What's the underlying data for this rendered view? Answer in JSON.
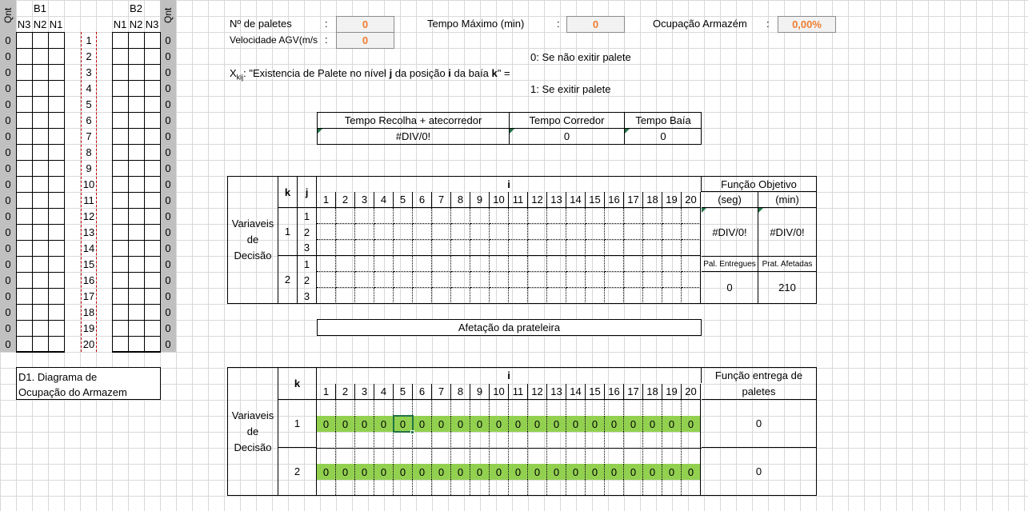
{
  "left": {
    "qnt_label": "Qnt",
    "b1_label": "B1",
    "b2_label": "B2",
    "b1_cols": [
      "N3",
      "N2",
      "N1"
    ],
    "b2_cols": [
      "N1",
      "N2",
      "N3"
    ],
    "qnt_values_left": [
      "0",
      "0",
      "0",
      "0",
      "0",
      "0",
      "0",
      "0",
      "0",
      "0",
      "0",
      "0",
      "0",
      "0",
      "0",
      "0",
      "0",
      "0",
      "0",
      "0"
    ],
    "qnt_values_right": [
      "0",
      "0",
      "0",
      "0",
      "0",
      "0",
      "0",
      "0",
      "0",
      "0",
      "0",
      "0",
      "0",
      "0",
      "0",
      "0",
      "0",
      "0",
      "0",
      "0"
    ],
    "positions": [
      "1",
      "2",
      "3",
      "4",
      "5",
      "6",
      "7",
      "8",
      "9",
      "10",
      "11",
      "12",
      "13",
      "14",
      "15",
      "16",
      "17",
      "18",
      "19",
      "20"
    ],
    "diagram_title": [
      "D1. Diagrama de",
      "Ocupação do Armazem"
    ]
  },
  "top": {
    "paletes_label": "Nº de paletes",
    "paletes_value": "0",
    "velocidade_label": "Velocidade AGV(m/s",
    "velocidade_value": "0",
    "tempo_max_label": "Tempo Máximo (min)",
    "tempo_max_value": "0",
    "ocupacao_label": "Ocupação Armazém",
    "ocupacao_value": "0,00%",
    "colon": ":",
    "legend_0": "0: Se não exitir palete",
    "legend_1": "1: Se exitir palete",
    "x_main": "X",
    "x_sub": "kij",
    "x_text_a": ": \"Existencia de Palete no nível ",
    "x_j": "j",
    "x_text_b": " da posição ",
    "x_i": "i",
    "x_text_c": " da baía ",
    "x_k": "k",
    "x_text_d": "\"  ="
  },
  "tempos": {
    "headers": [
      "Tempo Recolha + atecorredor",
      "Tempo Corredor",
      "Tempo Baía"
    ],
    "values": [
      "#DIV/0!",
      "0",
      "0"
    ]
  },
  "decision": {
    "row_label": [
      "Variaveis",
      "de",
      "Decisão"
    ],
    "k_label": "k",
    "j_label": "j",
    "i_label": "i",
    "i_values": [
      "1",
      "2",
      "3",
      "4",
      "5",
      "6",
      "7",
      "8",
      "9",
      "10",
      "11",
      "12",
      "13",
      "14",
      "15",
      "16",
      "17",
      "18",
      "19",
      "20"
    ],
    "k_values": [
      "1",
      "2"
    ],
    "j_values": [
      "1",
      "2",
      "3",
      "1",
      "2",
      "3"
    ],
    "fo_title": "Função Objetivo",
    "fo_seg": "(seg)",
    "fo_min": "(min)",
    "fo_seg_val": "#DIV/0!",
    "fo_min_val": "#DIV/0!",
    "pal_entregues_label": "Pal. Entregues",
    "prat_afetadas_label": "Prat. Afetadas",
    "pal_entregues_val": "0",
    "prat_afetadas_val": "210"
  },
  "afetacao": {
    "title": "Afetação da prateleira"
  },
  "bottom": {
    "row_label": [
      "Variaveis",
      "de",
      "Decisão"
    ],
    "k_label": "k",
    "i_label": "i",
    "i_values": [
      "1",
      "2",
      "3",
      "4",
      "5",
      "6",
      "7",
      "8",
      "9",
      "10",
      "11",
      "12",
      "13",
      "14",
      "15",
      "16",
      "17",
      "18",
      "19",
      "20"
    ],
    "k_values": [
      "1",
      "2"
    ],
    "row1_values": [
      "0",
      "0",
      "0",
      "0",
      "0",
      "0",
      "0",
      "0",
      "0",
      "0",
      "0",
      "0",
      "0",
      "0",
      "0",
      "0",
      "0",
      "0",
      "0",
      "0"
    ],
    "row2_values": [
      "0",
      "0",
      "0",
      "0",
      "0",
      "0",
      "0",
      "0",
      "0",
      "0",
      "0",
      "0",
      "0",
      "0",
      "0",
      "0",
      "0",
      "0",
      "0",
      "0"
    ],
    "fe_title": [
      "Função entrega de",
      "paletes"
    ],
    "fe_values": [
      "0",
      "0"
    ],
    "highlight_color": "#92d050"
  }
}
